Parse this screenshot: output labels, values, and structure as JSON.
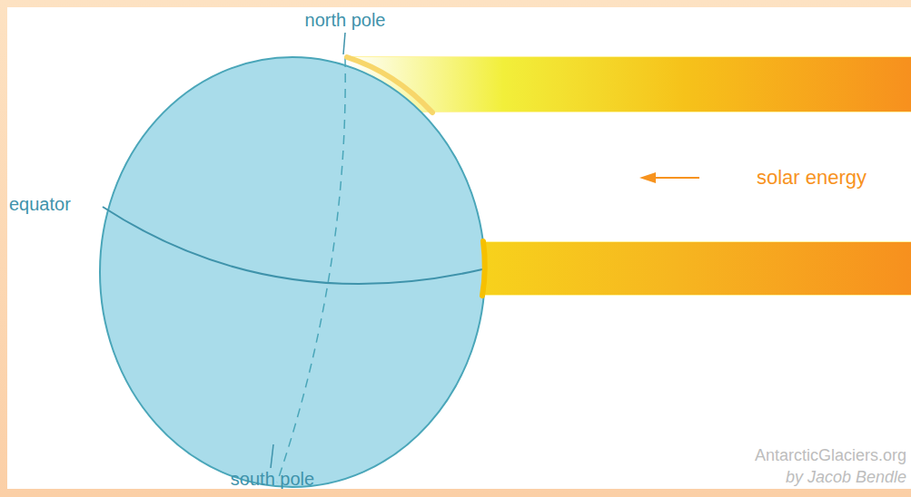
{
  "diagram": {
    "labels": [
      "north pole",
      "equator",
      "solar energy",
      "south pole",
      "AntarcticGlaciers.org",
      "by Jacob Bendle"
    ]
  }
}
